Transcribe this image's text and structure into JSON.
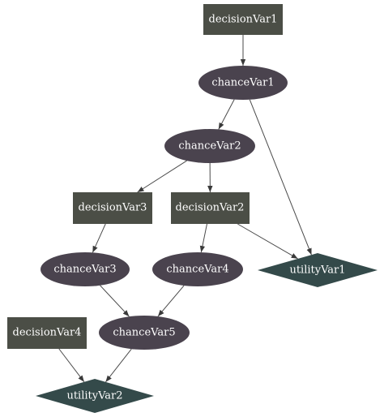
{
  "colors": {
    "decision": "#4b4e46",
    "chance": "#4a434e",
    "utility": "#344a4a",
    "edge": "#4a4a4a",
    "label": "#ffffff"
  },
  "nodes": {
    "decisionVar1": {
      "label": "decisionVar1",
      "type": "decision"
    },
    "chanceVar1": {
      "label": "chanceVar1",
      "type": "chance"
    },
    "chanceVar2": {
      "label": "chanceVar2",
      "type": "chance"
    },
    "decisionVar3": {
      "label": "decisionVar3",
      "type": "decision"
    },
    "decisionVar2": {
      "label": "decisionVar2",
      "type": "decision"
    },
    "chanceVar3": {
      "label": "chanceVar3",
      "type": "chance"
    },
    "chanceVar4": {
      "label": "chanceVar4",
      "type": "chance"
    },
    "utilityVar1": {
      "label": "utilityVar1",
      "type": "utility"
    },
    "decisionVar4": {
      "label": "decisionVar4",
      "type": "decision"
    },
    "chanceVar5": {
      "label": "chanceVar5",
      "type": "chance"
    },
    "utilityVar2": {
      "label": "utilityVar2",
      "type": "utility"
    }
  },
  "edges": [
    {
      "from": "decisionVar1",
      "to": "chanceVar1"
    },
    {
      "from": "chanceVar1",
      "to": "chanceVar2"
    },
    {
      "from": "chanceVar1",
      "to": "utilityVar1"
    },
    {
      "from": "chanceVar2",
      "to": "decisionVar3"
    },
    {
      "from": "chanceVar2",
      "to": "decisionVar2"
    },
    {
      "from": "decisionVar3",
      "to": "chanceVar3"
    },
    {
      "from": "decisionVar2",
      "to": "chanceVar4"
    },
    {
      "from": "decisionVar2",
      "to": "utilityVar1"
    },
    {
      "from": "chanceVar3",
      "to": "chanceVar5"
    },
    {
      "from": "chanceVar4",
      "to": "chanceVar5"
    },
    {
      "from": "decisionVar4",
      "to": "utilityVar2"
    },
    {
      "from": "chanceVar5",
      "to": "utilityVar2"
    }
  ]
}
